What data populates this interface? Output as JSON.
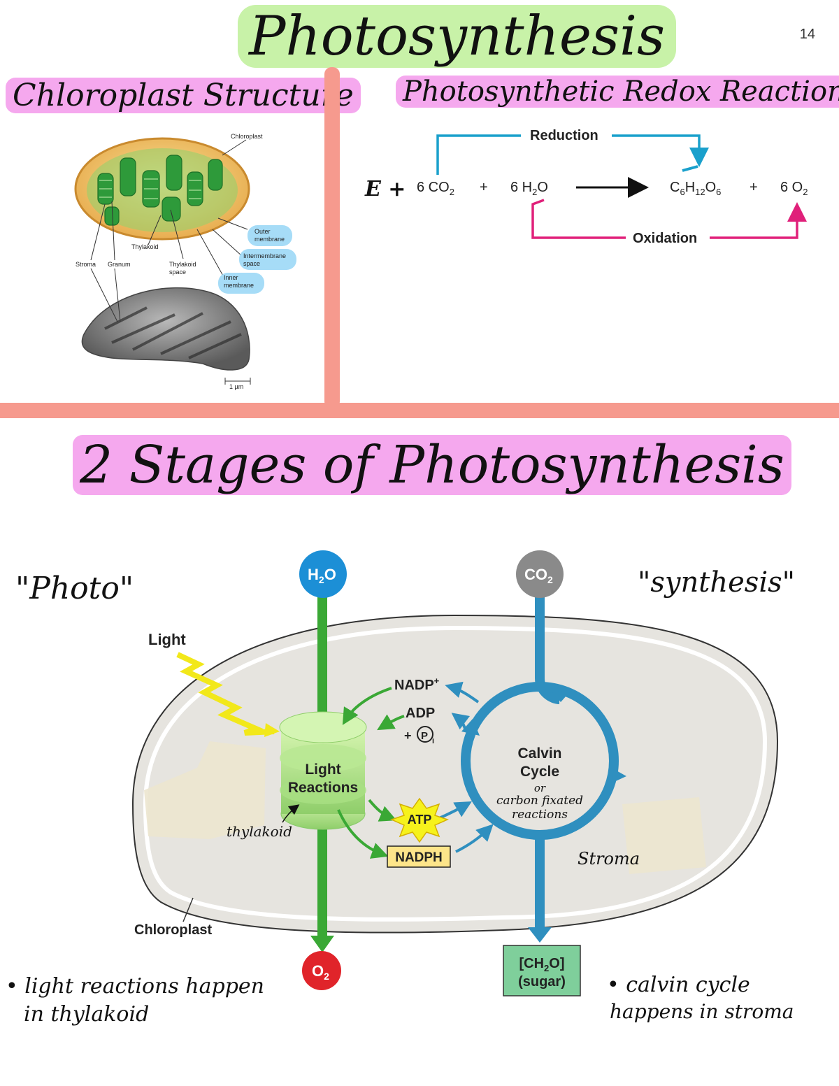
{
  "page": {
    "title": "Photosynthesis",
    "page_number": "14",
    "accent_pink": "#f5a8ee",
    "accent_green": "#c8f2a8",
    "divider_color": "#f69a8e"
  },
  "chloroplast_structure": {
    "heading": "Chloroplast Structure",
    "labels": {
      "chloroplast": "Chloroplast",
      "outer_membrane": [
        "Outer",
        "membrane"
      ],
      "intermembrane_space": [
        "Intermembrane",
        "space"
      ],
      "inner_membrane": [
        "Inner",
        "membrane"
      ],
      "thylakoid": "Thylakoid",
      "stroma": "Stroma",
      "granum": "Granum",
      "thylakoid_space": [
        "Thylakoid",
        "space"
      ],
      "scale_bar": "1 µm"
    }
  },
  "redox": {
    "heading": "Photosynthetic Redox Reactions",
    "energy": "E +",
    "reactant_1": "6 CO",
    "reactant_1_sub": "2",
    "plus": "+",
    "reactant_2": "6 H",
    "reactant_2_sub": "2",
    "reactant_2_end": "O",
    "product_1_parts": [
      "C",
      "6",
      "H",
      "12",
      "O",
      "6"
    ],
    "product_2": "6 O",
    "product_2_sub": "2",
    "reduction_label": "Reduction",
    "oxidation_label": "Oxidation",
    "reduction_color": "#1aa0cc",
    "oxidation_color": "#e0207a"
  },
  "stages": {
    "heading": "2 Stages of Photosynthesis",
    "photo_label": "\"Photo\"",
    "synthesis_label": "\"synthesis\"",
    "h2o": "H",
    "h2o_sub": "2",
    "h2o_end": "O",
    "co2": "CO",
    "co2_sub": "2",
    "o2": "O",
    "o2_sub": "2",
    "light": "Light",
    "light_reactions": [
      "Light",
      "Reactions"
    ],
    "thylakoid_note": "thylakoid",
    "nadp_plus": "NADP",
    "nadp_sup": "+",
    "adp": "ADP",
    "pi_prefix": "+",
    "pi": "P",
    "pi_sub": "i",
    "atp": "ATP",
    "nadph": "NADPH",
    "calvin": [
      "Calvin",
      "Cycle"
    ],
    "calvin_or": "or",
    "calvin_alt": [
      "carbon fixated",
      "reactions"
    ],
    "stroma_note": "Stroma",
    "chloroplast": "Chloroplast",
    "sugar": [
      "[CH",
      "2",
      "O]"
    ],
    "sugar_label": "(sugar)",
    "note_left": [
      "• light reactions happen",
      "in thylakoid"
    ],
    "note_right": [
      "• calvin cycle",
      "happens in stroma"
    ],
    "colors": {
      "green_arrow": "#3aa835",
      "blue_arrow": "#2f8fbf",
      "h2o_circle": "#1c8fd6",
      "co2_circle": "#8a8a8a",
      "o2_circle": "#e0242a",
      "chloroplast_fill": "#e6e4df",
      "sugar_box": "#7fcf9b",
      "nadph_box": "#fde58a",
      "atp_star": "#f6f21c"
    }
  }
}
